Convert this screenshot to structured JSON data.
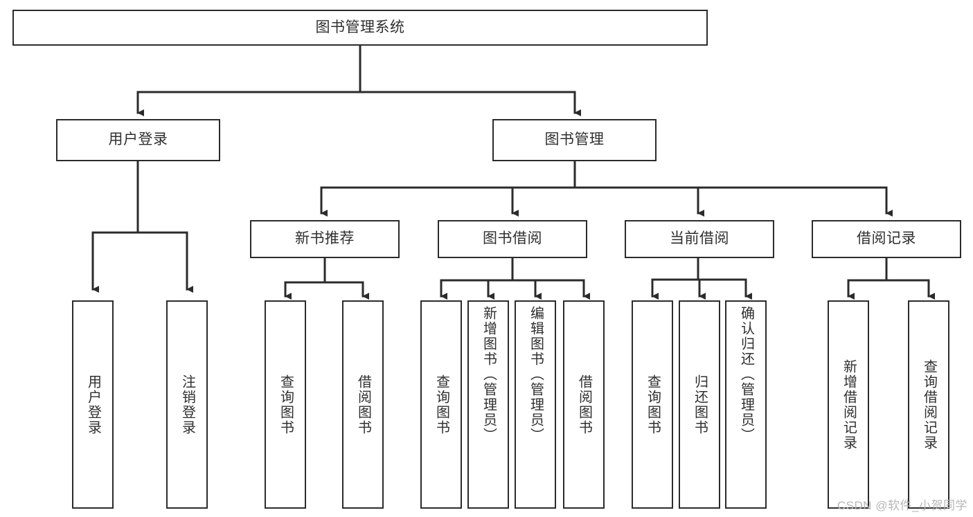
{
  "diagram": {
    "title": "图书管理系统",
    "type": "hierarchy-tree",
    "watermark": "CSDN @软件_小贺同学",
    "colors": {
      "stroke": "#2b2b2b",
      "text": "#2f2f2f",
      "background": "#ffffff",
      "watermark": "#b6b6b6"
    },
    "levels": {
      "root": {
        "label": "图书管理系统"
      },
      "level2": [
        {
          "label": "用户登录"
        },
        {
          "label": "图书管理"
        }
      ],
      "level3": [
        {
          "label": "新书推荐"
        },
        {
          "label": "图书借阅"
        },
        {
          "label": "当前借阅"
        },
        {
          "label": "借阅记录"
        }
      ],
      "leaves": {
        "user_login": [
          {
            "label": "用户登录"
          },
          {
            "label": "注销登录"
          }
        ],
        "new_book_recommend": [
          {
            "label": "查询图书"
          },
          {
            "label": "借阅图书"
          }
        ],
        "book_borrow": [
          {
            "label": "查询图书"
          },
          {
            "label": "新增图书（管理员）"
          },
          {
            "label": "编辑图书（管理员）"
          },
          {
            "label": "借阅图书"
          }
        ],
        "current_borrow": [
          {
            "label": "查询图书"
          },
          {
            "label": "归还图书"
          },
          {
            "label": "确认归还（管理员）"
          }
        ],
        "borrow_record": [
          {
            "label": "新增借阅记录"
          },
          {
            "label": "查询借阅记录"
          }
        ]
      }
    }
  }
}
